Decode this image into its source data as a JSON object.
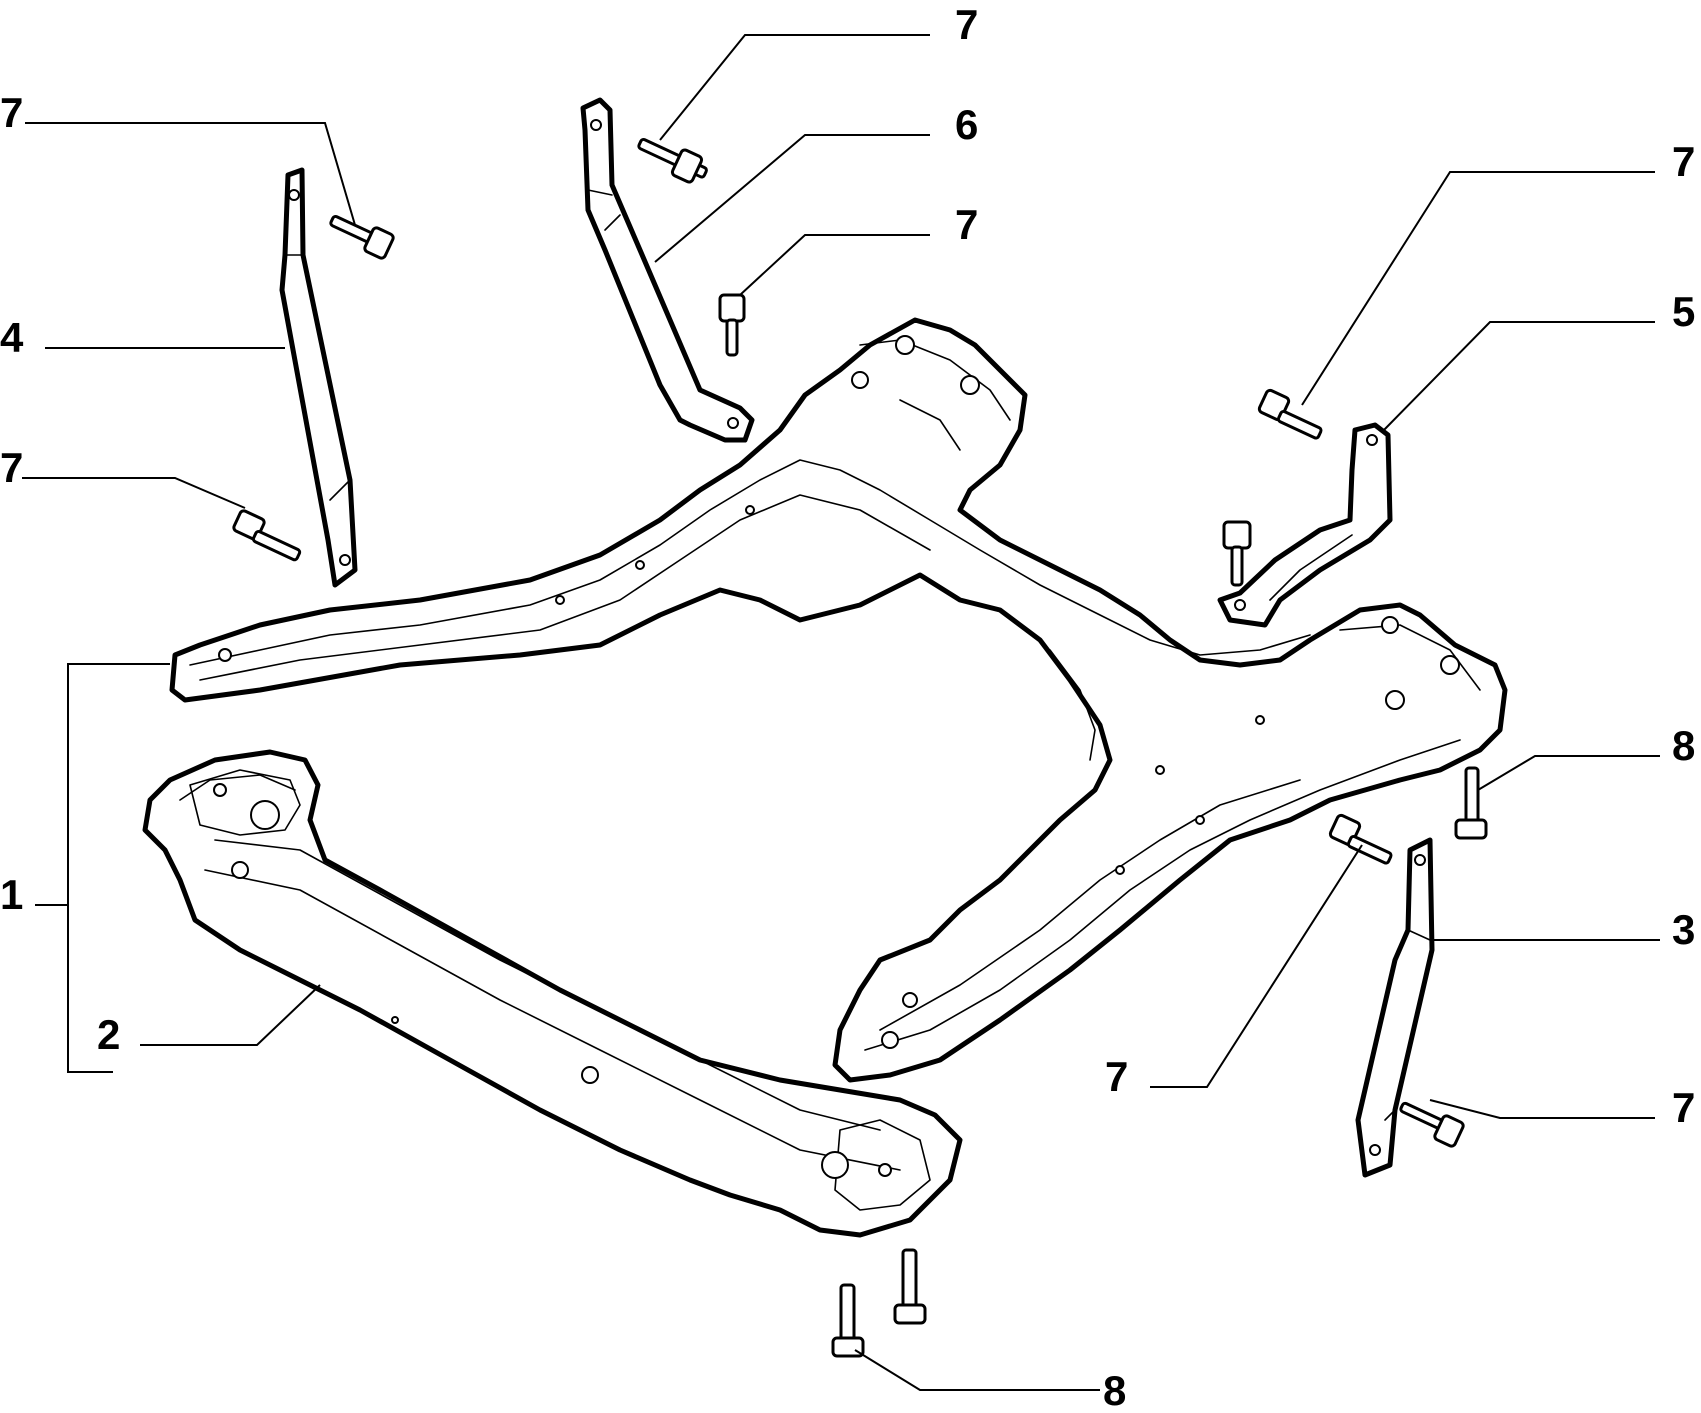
{
  "callouts": {
    "c1": "1",
    "c2": "2",
    "c3": "3",
    "c4": "4",
    "c5": "5",
    "c6": "6",
    "c7_top_center": "7",
    "c7_top_left": "7",
    "c7_mid_left": "7",
    "c7_center": "7",
    "c7_top_right": "7",
    "c7_lower_center": "7",
    "c7_lower_right": "7",
    "c8_right": "8",
    "c8_bottom": "8"
  }
}
